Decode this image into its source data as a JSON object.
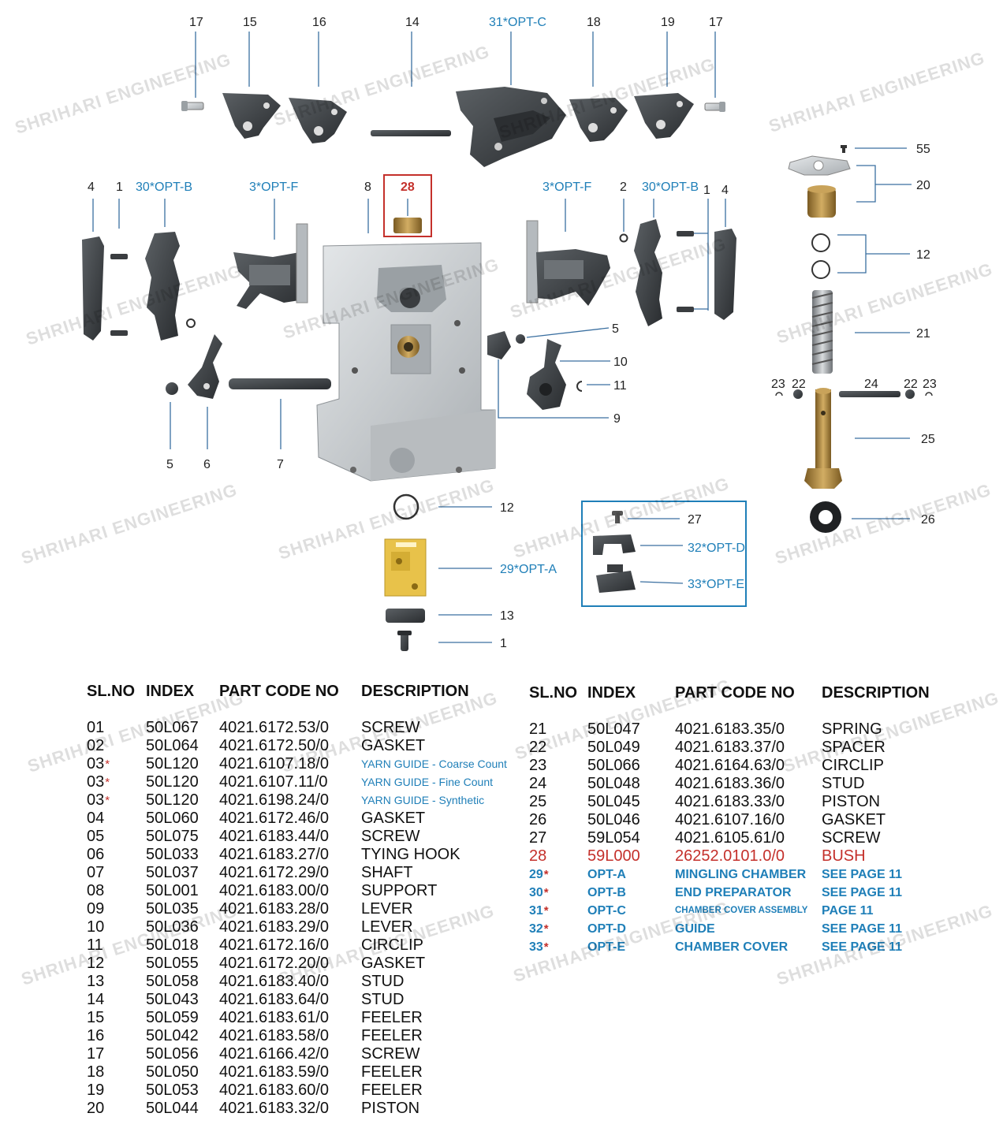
{
  "watermark": "SHRIHARI ENGINEERING",
  "callouts": {
    "c17a": "17",
    "c15": "15",
    "c16": "16",
    "c14": "14",
    "c31": "31*OPT-C",
    "c18": "18",
    "c19": "19",
    "c17b": "17",
    "c55": "55",
    "c20": "20",
    "c12r": "12",
    "c21": "21",
    "c23a": "23",
    "c22a": "22",
    "c24": "24",
    "c22b": "22",
    "c23b": "23",
    "c25": "25",
    "c26": "26",
    "c4a": "4",
    "c1a": "1",
    "c30a": "30*OPT-B",
    "c3a": "3*OPT-F",
    "c8": "8",
    "c28": "28",
    "c3b": "3*OPT-F",
    "c2": "2",
    "c30b": "30*OPT-B",
    "c1b": "1",
    "c4b": "4",
    "c5r": "5",
    "c10": "10",
    "c11": "11",
    "c9": "9",
    "c5l": "5",
    "c6": "6",
    "c7": "7",
    "c12b": "12",
    "c29": "29*OPT-A",
    "c13": "13",
    "c1c": "1",
    "c27": "27",
    "c32": "32*OPT-D",
    "c33": "33*OPT-E"
  },
  "parts_left": {
    "headers": [
      "SL.NO",
      "INDEX",
      "PART CODE NO",
      "DESCRIPTION"
    ],
    "rows": [
      {
        "sl": "01",
        "star": "",
        "index": "50L067",
        "code": "4021.6172.53/0",
        "desc": "SCREW",
        "style": ""
      },
      {
        "sl": "02",
        "star": "",
        "index": "50L064",
        "code": "4021.6172.50/0",
        "desc": "GASKET",
        "style": ""
      },
      {
        "sl": "03",
        "star": "*",
        "index": "50L120",
        "code": "4021.6107.18/0",
        "desc": "YARN GUIDE - Coarse Count",
        "style": "small-blue"
      },
      {
        "sl": "03",
        "star": "*",
        "index": "50L120",
        "code": "4021.6107.11/0",
        "desc": "YARN GUIDE - Fine Count",
        "style": "small-blue"
      },
      {
        "sl": "03",
        "star": "*",
        "index": "50L120",
        "code": "4021.6198.24/0",
        "desc": "YARN GUIDE - Synthetic",
        "style": "small-blue"
      },
      {
        "sl": "04",
        "star": "",
        "index": "50L060",
        "code": "4021.6172.46/0",
        "desc": "GASKET",
        "style": ""
      },
      {
        "sl": "05",
        "star": "",
        "index": "50L075",
        "code": "4021.6183.44/0",
        "desc": "SCREW",
        "style": ""
      },
      {
        "sl": "06",
        "star": "",
        "index": "50L033",
        "code": "4021.6183.27/0",
        "desc": "TYING HOOK",
        "style": ""
      },
      {
        "sl": "07",
        "star": "",
        "index": "50L037",
        "code": "4021.6172.29/0",
        "desc": "SHAFT",
        "style": ""
      },
      {
        "sl": "08",
        "star": "",
        "index": "50L001",
        "code": "4021.6183.00/0",
        "desc": "SUPPORT",
        "style": ""
      },
      {
        "sl": "09",
        "star": "",
        "index": "50L035",
        "code": "4021.6183.28/0",
        "desc": "LEVER",
        "style": ""
      },
      {
        "sl": "10",
        "star": "",
        "index": "50L036",
        "code": "4021.6183.29/0",
        "desc": "LEVER",
        "style": ""
      },
      {
        "sl": "11",
        "star": "",
        "index": "50L018",
        "code": "4021.6172.16/0",
        "desc": "CIRCLIP",
        "style": ""
      },
      {
        "sl": "12",
        "star": "",
        "index": "50L055",
        "code": "4021.6172.20/0",
        "desc": "GASKET",
        "style": ""
      },
      {
        "sl": "13",
        "star": "",
        "index": "50L058",
        "code": "4021.6183.40/0",
        "desc": "STUD",
        "style": ""
      },
      {
        "sl": "14",
        "star": "",
        "index": "50L043",
        "code": "4021.6183.64/0",
        "desc": "STUD",
        "style": ""
      },
      {
        "sl": "15",
        "star": "",
        "index": "50L059",
        "code": "4021.6183.61/0",
        "desc": "FEELER",
        "style": ""
      },
      {
        "sl": "16",
        "star": "",
        "index": "50L042",
        "code": "4021.6183.58/0",
        "desc": "FEELER",
        "style": ""
      },
      {
        "sl": "17",
        "star": "",
        "index": "50L056",
        "code": "4021.6166.42/0",
        "desc": "SCREW",
        "style": ""
      },
      {
        "sl": "18",
        "star": "",
        "index": "50L050",
        "code": "4021.6183.59/0",
        "desc": "FEELER",
        "style": ""
      },
      {
        "sl": "19",
        "star": "",
        "index": "50L053",
        "code": "4021.6183.60/0",
        "desc": "FEELER",
        "style": ""
      },
      {
        "sl": "20",
        "star": "",
        "index": "50L044",
        "code": "4021.6183.32/0",
        "desc": "PISTON",
        "style": ""
      }
    ]
  },
  "parts_right": {
    "headers": [
      "SL.NO",
      "INDEX",
      "PART CODE NO",
      "DESCRIPTION"
    ],
    "rows": [
      {
        "sl": "21",
        "star": "",
        "index": "50L047",
        "code": "4021.6183.35/0",
        "desc": "SPRING",
        "style": ""
      },
      {
        "sl": "22",
        "star": "",
        "index": "50L049",
        "code": "4021.6183.37/0",
        "desc": "SPACER",
        "style": ""
      },
      {
        "sl": "23",
        "star": "",
        "index": "50L066",
        "code": "4021.6164.63/0",
        "desc": "CIRCLIP",
        "style": ""
      },
      {
        "sl": "24",
        "star": "",
        "index": "50L048",
        "code": "4021.6183.36/0",
        "desc": "STUD",
        "style": ""
      },
      {
        "sl": "25",
        "star": "",
        "index": "50L045",
        "code": "4021.6183.33/0",
        "desc": "PISTON",
        "style": ""
      },
      {
        "sl": "26",
        "star": "",
        "index": "50L046",
        "code": "4021.6107.16/0",
        "desc": "GASKET",
        "style": ""
      },
      {
        "sl": "27",
        "star": "",
        "index": "59L054",
        "code": "4021.6105.61/0",
        "desc": "SCREW",
        "style": ""
      },
      {
        "sl": "28",
        "star": "",
        "index": "59L000",
        "code": "26252.0101.0/0",
        "desc": "BUSH",
        "style": "red"
      },
      {
        "sl": "29",
        "star": "*",
        "index": "OPT-A",
        "code": "MINGLING CHAMBER",
        "desc": "SEE PAGE 11",
        "style": "blue"
      },
      {
        "sl": "30",
        "star": "*",
        "index": "OPT-B",
        "code": "END PREPARATOR",
        "desc": "SEE PAGE 11",
        "style": "blue"
      },
      {
        "sl": "31",
        "star": "*",
        "index": "OPT-C",
        "code": "CHAMBER COVER ASSEMBLY",
        "desc": "PAGE 11",
        "style": "blue-tinycode"
      },
      {
        "sl": "32",
        "star": "*",
        "index": "OPT-D",
        "code": "GUIDE",
        "desc": "SEE PAGE 11",
        "style": "blue"
      },
      {
        "sl": "33",
        "star": "*",
        "index": "OPT-E",
        "code": "CHAMBER COVER",
        "desc": "SEE PAGE 11",
        "style": "blue"
      }
    ]
  },
  "colors": {
    "accent_blue": "#1f7fb8",
    "highlight_red": "#c4302b",
    "metal": "#c9cdd0",
    "dark_part": "#3a3d40",
    "brass": "#b08a3e",
    "yellow_block": "#e8c24a"
  }
}
